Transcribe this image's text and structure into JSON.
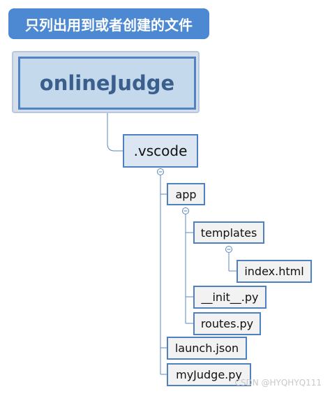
{
  "title": "只列出用到或者创建的文件",
  "root": "onlineJudge",
  "nodes": {
    "vscode": ".vscode",
    "app": "app",
    "templates": "templates",
    "index_html": "index.html",
    "init_py": "__init__.py",
    "routes_py": "routes.py",
    "launch_json": "launch.json",
    "myjudge_py": "myJudge.py"
  },
  "watermark": "CSDN @HYQHYQ111",
  "colors": {
    "title_bg": "#4d88d3",
    "root_fill": "#c4d9ec",
    "node_border": "#4f81c2",
    "connector": "#5b87c0"
  }
}
